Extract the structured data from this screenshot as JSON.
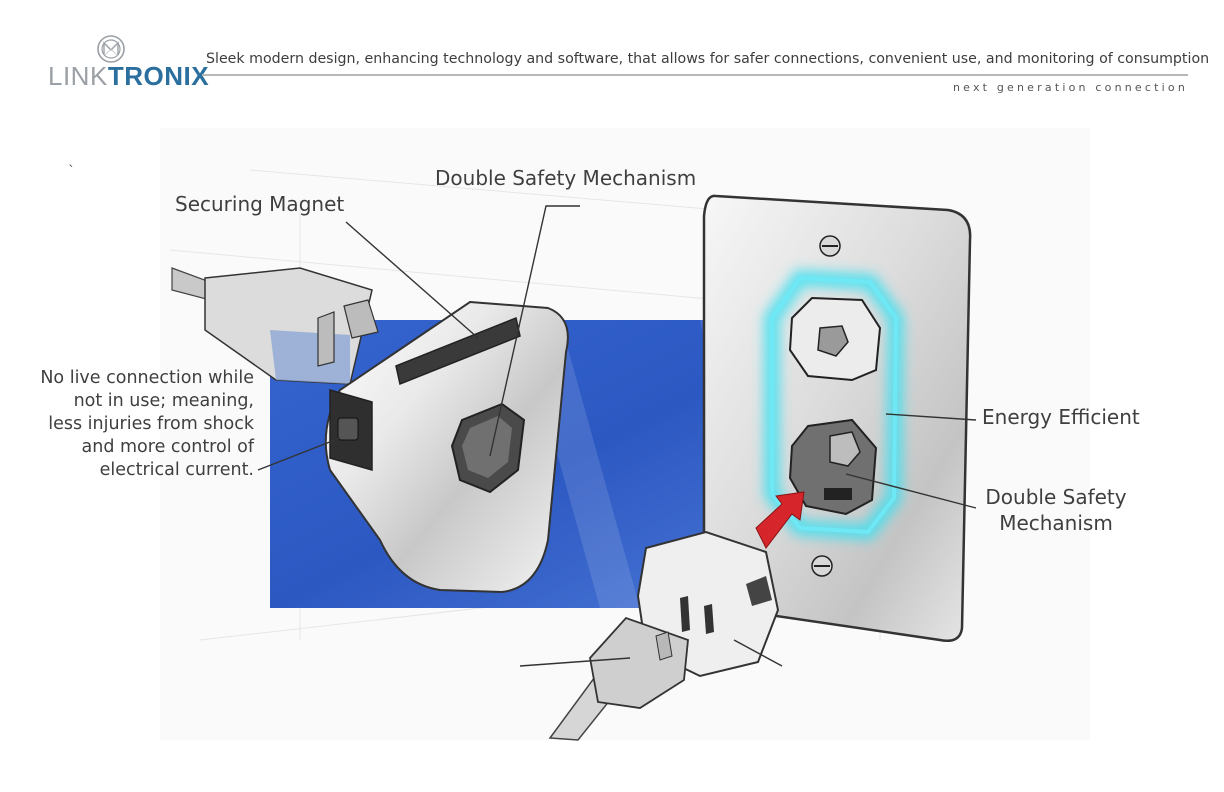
{
  "brand": {
    "name_part1": "LINK",
    "name_part2": "TRONIX",
    "emblem_icon": "circle-m-emblem-icon",
    "accent_color": "#2a6f9e"
  },
  "header": {
    "tagline": "Sleek modern design, enhancing technology and software, that allows for safer connections, convenient use, and monitoring of consumption",
    "subline": "next generation connection"
  },
  "stray_mark": "`",
  "callouts": {
    "securing_magnet": "Securing Magnet",
    "double_safety_top": "Double Safety Mechanism",
    "no_live_connection": "No live connection while\nnot in use; meaning,\nless injuries from shock\nand more control of\nelectrical current.",
    "energy_efficient": "Energy Efficient",
    "double_safety_right": "Double Safety\nMechanism"
  },
  "colors": {
    "blue_panel": "#2f5fc9",
    "glow": "#3fe0f0",
    "arrow": "#d7262b"
  }
}
